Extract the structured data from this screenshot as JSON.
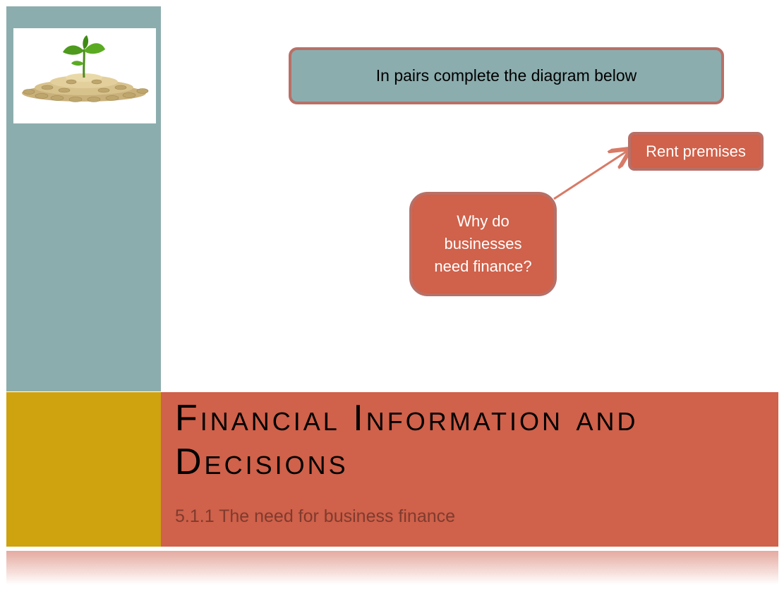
{
  "slide": {
    "colors": {
      "teal": "#8cadae",
      "terracotta": "#d0614a",
      "gold": "#cfa20f",
      "border": "#b77067",
      "subtitle": "#7f3b2e"
    },
    "logo_icon": "plant-sprouting-from-coins-icon",
    "instruction": "In pairs complete the diagram below",
    "diagram": {
      "center": {
        "line1": "Why do",
        "line2": "businesses",
        "line3": "need finance?"
      },
      "branches": [
        {
          "label": "Rent premises"
        }
      ]
    },
    "title": "Financial Information and Decisions",
    "subtitle": "5.1.1 The need for business finance"
  }
}
